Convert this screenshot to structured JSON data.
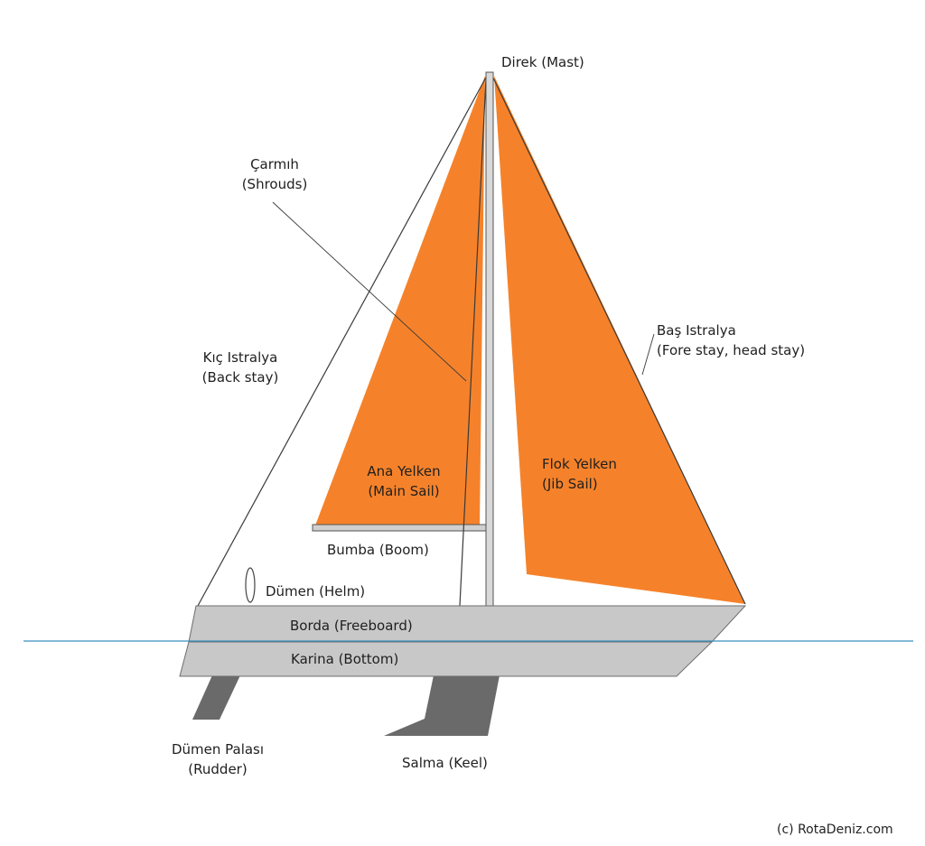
{
  "labels": {
    "mast": "Direk (Mast)",
    "shrouds_line1": "Çarmıh",
    "shrouds_line2": "(Shrouds)",
    "backstay_line1": "Kıç Istralya",
    "backstay_line2": "(Back stay)",
    "forestay_line1": "Baş Istralya",
    "forestay_line2": "(Fore stay, head stay)",
    "mainsail_line1": "Ana Yelken",
    "mainsail_line2": "(Main Sail)",
    "jib_line1": "Flok Yelken",
    "jib_line2": "(Jib Sail)",
    "boom": "Bumba (Boom)",
    "helm": "Dümen (Helm)",
    "freeboard": "Borda (Freeboard)",
    "bottom": "Karina (Bottom)",
    "rudder_line1": "Dümen Palası",
    "rudder_line2": "(Rudder)",
    "keel": "Salma (Keel)",
    "copyright": "(c) RotaDeniz.com"
  },
  "colors": {
    "sail": "#f5822a",
    "hull": "#c8c8c8",
    "hull_stroke": "#6e6e6e",
    "mast": "#d9d9d9",
    "appendage": "#6a6a6a",
    "waterline": "#3a8fbf",
    "rigging": "#3a3a3a"
  }
}
